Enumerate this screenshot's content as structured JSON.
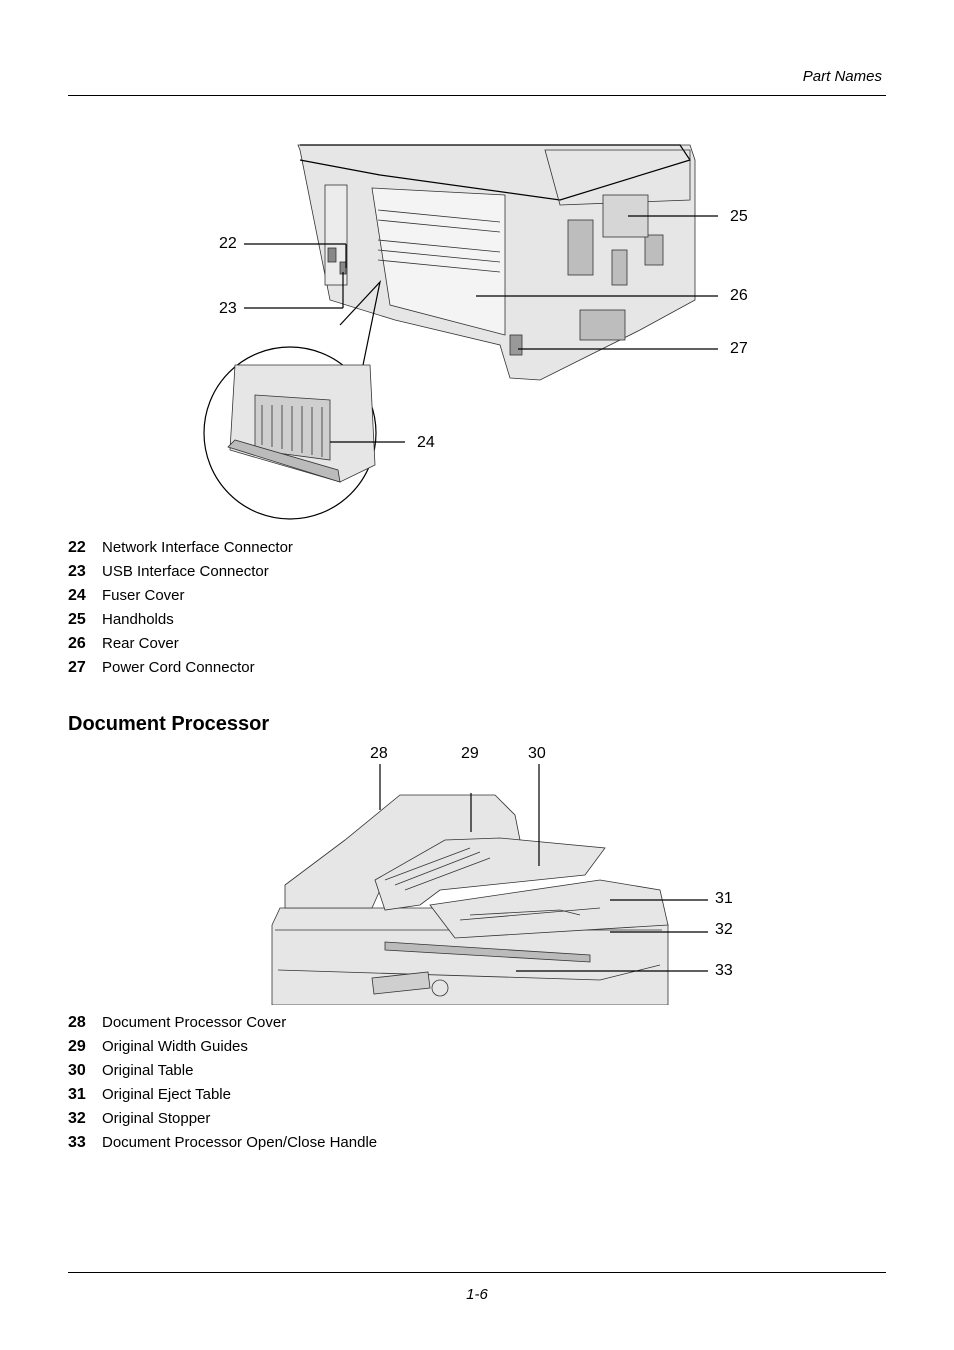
{
  "header": {
    "section": "Part Names"
  },
  "figure1": {
    "callouts": [
      "22",
      "23",
      "24",
      "25",
      "26",
      "27"
    ]
  },
  "legend1": [
    {
      "num": "22",
      "label": "Network Interface Connector"
    },
    {
      "num": "23",
      "label": "USB Interface Connector"
    },
    {
      "num": "24",
      "label": "Fuser Cover"
    },
    {
      "num": "25",
      "label": "Handholds"
    },
    {
      "num": "26",
      "label": "Rear Cover"
    },
    {
      "num": "27",
      "label": "Power Cord Connector"
    }
  ],
  "section2": {
    "title": "Document Processor"
  },
  "figure2": {
    "callouts": [
      "28",
      "29",
      "30",
      "31",
      "32",
      "33"
    ]
  },
  "legend2": [
    {
      "num": "28",
      "label": "Document Processor Cover"
    },
    {
      "num": "29",
      "label": "Original Width Guides"
    },
    {
      "num": "30",
      "label": "Original Table"
    },
    {
      "num": "31",
      "label": "Original Eject Table"
    },
    {
      "num": "32",
      "label": "Original Stopper"
    },
    {
      "num": "33",
      "label": "Document Processor Open/Close Handle"
    }
  ],
  "footer": {
    "page": "1-6"
  }
}
